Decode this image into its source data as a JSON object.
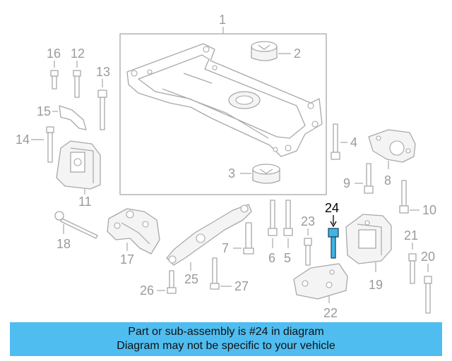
{
  "diagram": {
    "callouts": {
      "c1": "1",
      "c2": "2",
      "c3": "3",
      "c4": "4",
      "c5": "5",
      "c6": "6",
      "c7": "7",
      "c8": "8",
      "c9": "9",
      "c10": "10",
      "c11": "11",
      "c12": "12",
      "c13": "13",
      "c14": "14",
      "c15": "15",
      "c16": "16",
      "c17": "17",
      "c18": "18",
      "c19": "19",
      "c20": "20",
      "c21": "21",
      "c22": "22",
      "c23": "23",
      "c24": "24",
      "c25": "25",
      "c26": "26",
      "c27": "27"
    },
    "highlight_color": "#3fb4e6",
    "line_color": "#a8a8a8"
  },
  "caption": {
    "line1": "Part or sub-assembly is #24 in diagram",
    "line2": "Diagram may not be specific to your vehicle",
    "background": "#4fbdf0"
  }
}
